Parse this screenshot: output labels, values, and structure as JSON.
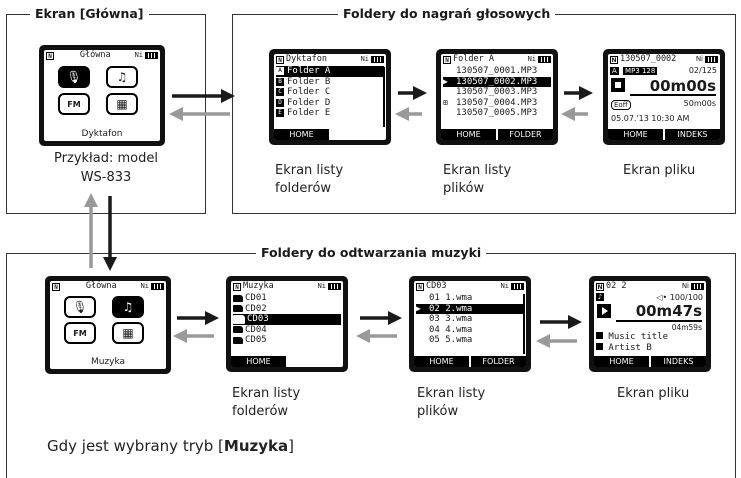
{
  "voice_section": {
    "main_frame_title": "Ekran [Główna]",
    "folders_frame_title": "Foldery do nagrań głosowych",
    "home_screen": {
      "title": "Główna",
      "ni": "Ni",
      "n_badge": "N",
      "selected_label": "Dyktafon",
      "icons": [
        "microphone-icon",
        "music-note-icon",
        "fm-radio-icon",
        "calendar-icon"
      ]
    },
    "example_caption": "Przykład: model",
    "example_model": "WS-833",
    "folder_list": {
      "title": "Dyktafon",
      "ni": "Ni",
      "items": [
        {
          "badge": "A",
          "label": "Folder A",
          "selected": true
        },
        {
          "badge": "B",
          "label": "Folder B",
          "selected": false
        },
        {
          "badge": "C",
          "label": "Folder C",
          "selected": false
        },
        {
          "badge": "D",
          "label": "Folder D",
          "selected": false
        },
        {
          "badge": "E",
          "label": "Folder E",
          "selected": false
        }
      ],
      "buttons": [
        "HOME",
        ""
      ]
    },
    "file_list": {
      "title": "Folder A",
      "ni": "Ni",
      "items": [
        {
          "label": "130507_0001.MP3",
          "selected": false,
          "mark": ""
        },
        {
          "label": "130507_0002.MP3",
          "selected": true,
          "mark": "▶"
        },
        {
          "label": "130507_0003.MP3",
          "selected": false,
          "mark": ""
        },
        {
          "label": "130507_0004.MP3",
          "selected": false,
          "mark": "⊞"
        },
        {
          "label": "130507_0005.MP3",
          "selected": false,
          "mark": ""
        }
      ],
      "buttons": [
        "HOME",
        "FOLDER"
      ]
    },
    "file_screen": {
      "title": "130507_0002",
      "ni": "Ni",
      "folder_badge": "A",
      "format": "MP3 128",
      "counter": "02/125",
      "time": "00m00s",
      "mode": "Eoff",
      "length": "50m00s",
      "date": "05.07.'13 10:30 AM",
      "buttons": [
        "HOME",
        "INDEKS"
      ]
    },
    "captions": {
      "folder_list": [
        "Ekran listy",
        "folderów"
      ],
      "file_list": [
        "Ekran listy",
        "plików"
      ],
      "file": [
        "Ekran pliku"
      ]
    }
  },
  "music_section": {
    "frame_title": "Foldery do odtwarzania muzyki",
    "home_screen": {
      "title": "Główna",
      "ni": "Ni",
      "n_badge": "N",
      "selected_label": "Muzyka",
      "icons": [
        "microphone-icon",
        "music-note-icon",
        "fm-radio-icon",
        "calendar-icon"
      ]
    },
    "folder_list": {
      "title": "Muzyka",
      "ni": "Ni",
      "items": [
        {
          "label": "CD01",
          "selected": false
        },
        {
          "label": "CD02",
          "selected": false
        },
        {
          "label": "CD03",
          "selected": true
        },
        {
          "label": "CD04",
          "selected": false
        },
        {
          "label": "CD05",
          "selected": false
        }
      ],
      "buttons": [
        "HOME",
        ""
      ]
    },
    "file_list": {
      "title": "CD03",
      "ni": "Ni",
      "items": [
        {
          "label": "01 1.wma",
          "selected": false,
          "mark": ""
        },
        {
          "label": "02 2.wma",
          "selected": true,
          "mark": "▶"
        },
        {
          "label": "03 3.wma",
          "selected": false,
          "mark": ""
        },
        {
          "label": "04 4.wma",
          "selected": false,
          "mark": ""
        },
        {
          "label": "05 5.wma",
          "selected": false,
          "mark": ""
        }
      ],
      "buttons": [
        "HOME",
        "FOLDER"
      ]
    },
    "file_screen": {
      "title": "02 2",
      "ni": "Ni",
      "volume": "100/100",
      "time": "00m47s",
      "length": "04m59s",
      "track_title": "Music title",
      "artist": "Artist B",
      "buttons": [
        "HOME",
        "INDEKS"
      ]
    },
    "captions": {
      "folder_list": [
        "Ekran listy",
        "folderów"
      ],
      "file_list": [
        "Ekran listy",
        "plików"
      ],
      "file": [
        "Ekran pliku"
      ]
    },
    "mode_note_prefix": "Gdy jest wybrany tryb [",
    "mode_note_bold": "Muzyka",
    "mode_note_suffix": "]"
  },
  "colors": {
    "forward_arrow": "#1a1a1a",
    "back_arrow": "#999999"
  }
}
